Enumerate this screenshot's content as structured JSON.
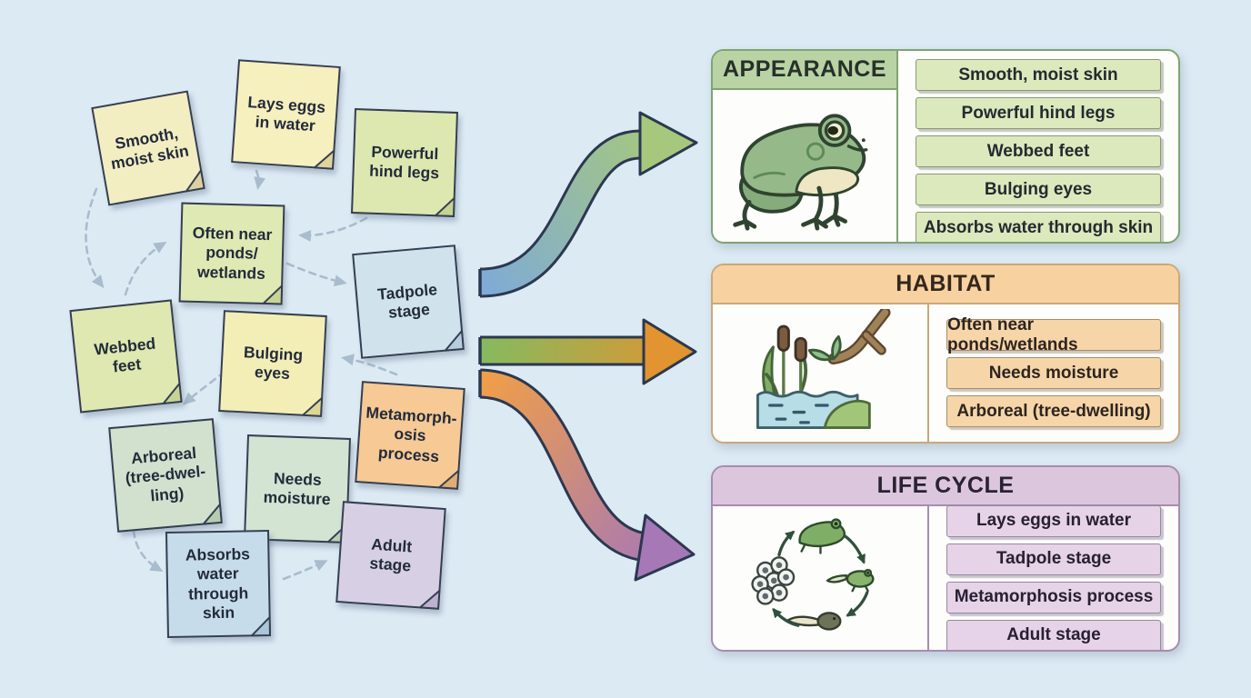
{
  "colors": {
    "background": "#dceaf4",
    "appearance_accent": "#b9d3a4",
    "habitat_accent": "#f7d2a0",
    "life_cycle_accent": "#dcc6de",
    "arrow_outline": "#2b3850"
  },
  "notes": [
    {
      "text": "Smooth,\nmoist skin",
      "color": "#f3edc2"
    },
    {
      "text": "Lays eggs\nin water",
      "color": "#f6efbe"
    },
    {
      "text": "Powerful\nhind legs",
      "color": "#dde8b0"
    },
    {
      "text": "Often near\nponds/\nwetlands",
      "color": "#dfe9b4"
    },
    {
      "text": "Tadpole\nstage",
      "color": "#d0e3ec"
    },
    {
      "text": "Webbed\nfeet",
      "color": "#dee8b0"
    },
    {
      "text": "Bulging\neyes",
      "color": "#f3eeb6"
    },
    {
      "text": "Metamorph-\nosis process",
      "color": "#f6c995"
    },
    {
      "text": "Arboreal\n(tree-dwel-\nling)",
      "color": "#d1e1cd"
    },
    {
      "text": "Needs\nmoisture",
      "color": "#d3e4d3"
    },
    {
      "text": "Absorbs\nwater\nthrough\nskin",
      "color": "#c7dcea"
    },
    {
      "text": "Adult\nstage",
      "color": "#d7d0e4"
    }
  ],
  "panels": {
    "appearance": {
      "title": "APPEARANCE",
      "icon": "frog-icon",
      "items": [
        "Smooth, moist skin",
        "Powerful hind legs",
        "Webbed feet",
        "Bulging eyes",
        "Absorbs water through skin"
      ]
    },
    "habitat": {
      "title": "HABITAT",
      "icon": "pond-habitat-icon",
      "items": [
        "Often near ponds/wetlands",
        "Needs moisture",
        "Arboreal (tree-dwelling)"
      ]
    },
    "life_cycle": {
      "title": "LIFE CYCLE",
      "icon": "frog-life-cycle-icon",
      "items": [
        "Lays eggs in water",
        "Tadpole stage",
        "Metamorphosis process",
        "Adult stage"
      ]
    }
  },
  "flow_arrows": [
    {
      "to": "APPEARANCE",
      "gradient": [
        "#7fabd6",
        "#a6c87c"
      ]
    },
    {
      "to": "HABITAT",
      "gradient": [
        "#85ba60",
        "#e1942f"
      ]
    },
    {
      "to": "LIFE CYCLE",
      "gradient": [
        "#ef9e49",
        "#a678b6"
      ]
    }
  ]
}
